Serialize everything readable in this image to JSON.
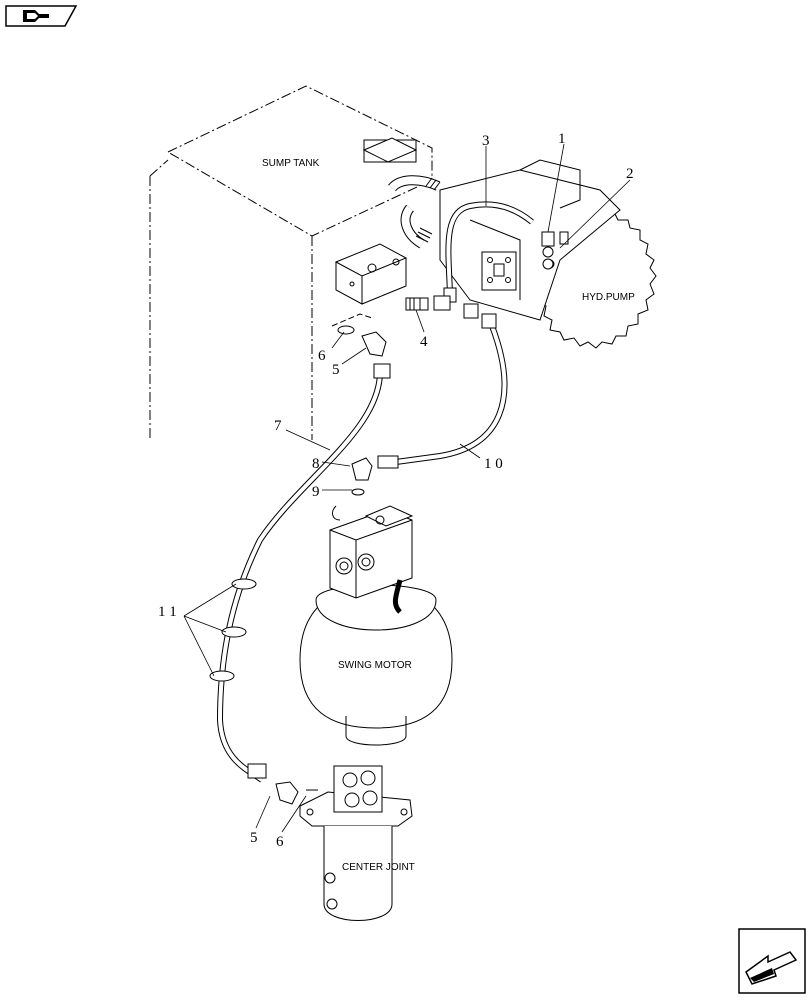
{
  "nav": {
    "top_icon": "book-page-icon",
    "bottom_icon": "next-arrow-icon"
  },
  "labels": {
    "sump_tank": "SUMP TANK",
    "hyd_pump": "HYD.PUMP",
    "swing_motor": "SWING MOTOR",
    "center_joint": "CENTER JOINT"
  },
  "callouts": {
    "c1": "1",
    "c2": "2",
    "c3": "3",
    "c4": "4",
    "c5_top": "5",
    "c6_top": "6",
    "c7": "7",
    "c8": "8",
    "c9": "9",
    "c10": "1 0",
    "c11": "1 1",
    "c5_bottom": "5",
    "c6_bottom": "6"
  }
}
